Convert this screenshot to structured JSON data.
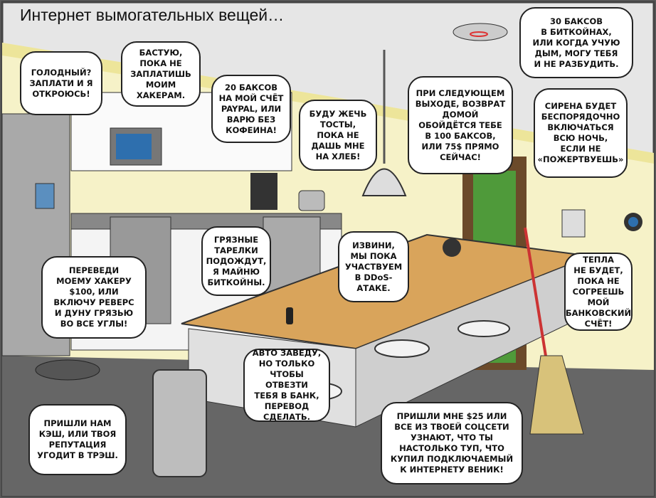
{
  "title": "Интернет вымогательных вещей…",
  "bubbles": {
    "fridge": "ГОЛОДНЫЙ?\nЗАПЛАТИ И Я\nОТКРОЮСЬ!",
    "microwave": "БАСТУЮ,\nПОКА НЕ\nЗАПЛАТИШЬ\nМОИМ\nХАКЕРАМ.",
    "coffee": "20 БАКСОВ\nНА МОЙ СЧЁТ\nPAYPAL, ИЛИ\nВАРЮ БЕЗ\nКОФЕИНА!",
    "toaster": "БУДУ ЖЕЧЬ\nТОСТЫ,\nПОКА НЕ\nДАШЬ МНЕ\nНА ХЛЕБ!",
    "smoke_detector": "30 БАКСОВ\nВ БИТКОЙНАХ,\nИЛИ КОГДА УЧУЮ\nДЫМ, МОГУ ТЕБЯ\nИ НЕ РАЗБУДИТЬ.",
    "door_lock": "ПРИ СЛЕДУЮЩЕМ\nВЫХОДЕ, ВОЗВРАТ\nДОМОЙ\nОБОЙДЁТСЯ ТЕБЕ\nВ 100 БАКСОВ,\nИЛИ 75$ ПРЯМО\nСЕЙЧАС!",
    "alarm": "СИРЕНА БУДЕТ\nБЕСПОРЯДОЧНО\nВКЛЮЧАТЬСЯ\nВСЮ НОЧЬ,\nЕСЛИ НЕ\n«ПОЖЕРТВУЕШЬ»",
    "dishwasher": "ГРЯЗНЫЕ\nТАРЕЛКИ\nПОДОЖДУТ,\nЯ МАЙНЮ\nБИТКОЙНЫ.",
    "camera": "ИЗВИНИ,\nМЫ ПОКА\nУЧАСТВУЕМ\nВ DDoS-\nАТАКЕ.",
    "thermostat": "ТЕПЛА\nНЕ БУДЕТ,\nПОКА НЕ\nСОГРЕЕШЬ МОЙ\nБАНКОВСКИЙ\nСЧЁТ!",
    "robot_vacuum": "ПЕРЕВЕДИ\nМОЕМУ ХАКЕРУ\n$100, ИЛИ\nВКЛЮЧУ РЕВЕРС\nИ ДУНУ ГРЯЗЬЮ\nВО ВСЕ УГЛЫ!",
    "car_key": "АВТО ЗАВЕДУ,\nНО ТОЛЬКО\nЧТОБЫ ОТВЕЗТИ\nТЕБЯ В БАНК,\nПЕРЕВОД\nСДЕЛАТЬ.",
    "trash_can": "ПРИШЛИ НАМ\nКЭШ, ИЛИ ТВОЯ\nРЕПУТАЦИЯ\nУГОДИТ В ТРЭШ.",
    "broom": "ПРИШЛИ МНЕ $25 ИЛИ\nВСЕ ИЗ ТВОЕЙ СОЦСЕТИ\nУЗНАЮТ, ЧТО ТЫ\nНАСТОЛЬКО ТУП, ЧТО\nКУПИЛ ПОДКЛЮЧАЕМЫЙ\nК ИНТЕРНЕТУ ВЕНИК!"
  }
}
